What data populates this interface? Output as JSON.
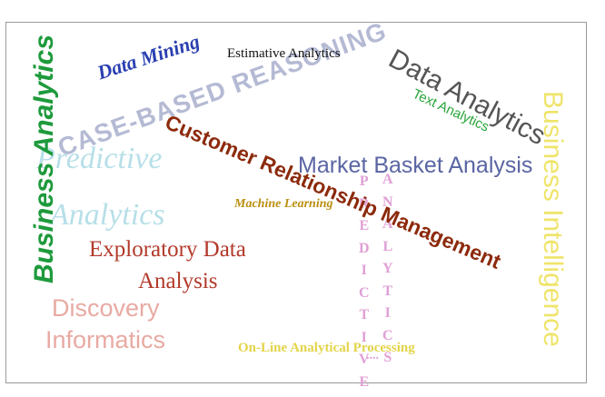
{
  "words": {
    "business_analytics": "Business Analytics",
    "business_intelligence": "Business Intelligence",
    "data_mining": "Data Mining",
    "estimative_analytics": "Estimative Analytics",
    "data_analytics": "Data Analytics",
    "text_analytics": "Text Analytics",
    "case_based_reasoning": "CASE-BASED REASONING",
    "predictive_analytics_line1": "Predictive",
    "predictive_analytics_line2": "Analytics",
    "customer_relationship_management": "Customer Relationship Management",
    "market_basket_analysis": "Market Basket Analysis",
    "machine_learning": "Machine Learning",
    "exploratory_data_analysis_line1": "Exploratory Data",
    "exploratory_data_analysis_line2": "Analysis",
    "discovery_informatics_line1": "Discovery",
    "discovery_informatics_line2": "Informatics",
    "olap": "On-Line Analytical Processing",
    "predictive_vertical": [
      "P",
      "R",
      "E",
      "D",
      "I",
      "C",
      "T",
      "I",
      "V",
      "E"
    ],
    "analytics_vertical": [
      "A",
      "N",
      "A",
      "L",
      "Y",
      "T",
      "I",
      "C",
      "S"
    ],
    "predictive_vertical_suffix": "...."
  },
  "colors": {
    "business_analytics": "#1e9a3c",
    "business_intelligence": "#efe46a",
    "data_mining": "#2a3fb0",
    "data_analytics": "#555555",
    "text_analytics": "#2aa53a",
    "crm": "#8c2a0c",
    "market_basket": "#5a65a3",
    "exploratory": "#b2392a",
    "discovery": "#e8aaa3",
    "olap": "#e3d44a",
    "predictive_vertical": "#e0a0d6"
  }
}
